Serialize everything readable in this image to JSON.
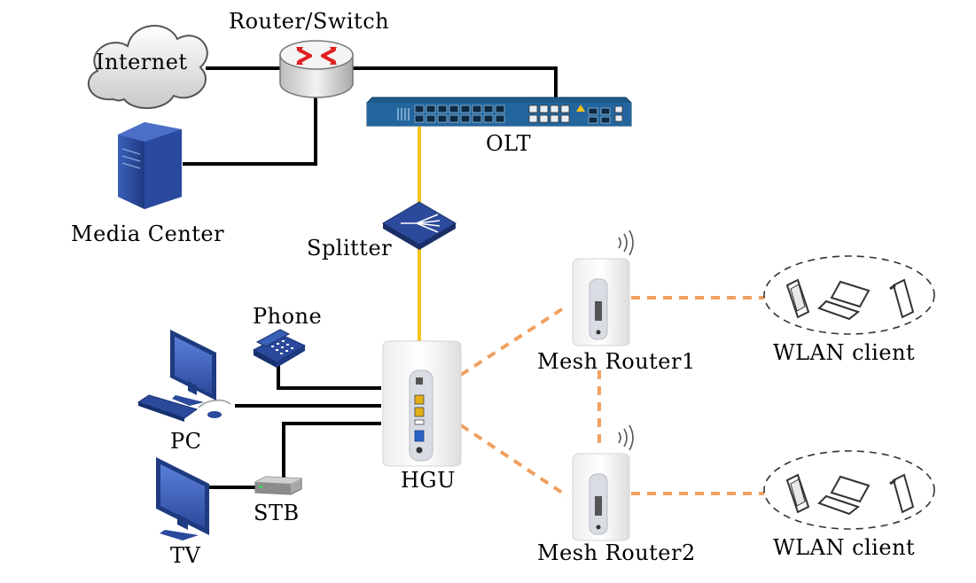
{
  "labels": {
    "internet": "Internet",
    "router_switch": "Router/Switch",
    "olt": "OLT",
    "media_center": "Media Center",
    "splitter": "Splitter",
    "phone": "Phone",
    "pc": "PC",
    "tv": "TV",
    "stb": "STB",
    "hgu": "HGU",
    "mesh_router_1": "Mesh Router1",
    "mesh_router_2": "Mesh Router2",
    "wlan_client_1": "WLAN client",
    "wlan_client_2": "WLAN client"
  },
  "colors": {
    "fiber": "#f5c218",
    "wireless_link": "#f0a060",
    "cable": "#000000",
    "olt_body": "#1f5a8c",
    "monitor": "#2c4a9c",
    "server": "#2c4a9c",
    "router_arrows": "#e02020"
  },
  "icons": {
    "internet": "cloud-icon",
    "router": "router-switch-icon",
    "olt": "olt-chassis-icon",
    "media_center": "server-tower-icon",
    "splitter": "optical-splitter-icon",
    "phone": "telephone-icon",
    "pc": "desktop-computer-icon",
    "tv": "monitor-icon",
    "stb": "set-top-box-icon",
    "hgu": "hgu-gateway-icon",
    "mesh": "mesh-router-icon",
    "clients": [
      "smartphone-icon",
      "laptop-icon",
      "tablet-icon"
    ]
  }
}
